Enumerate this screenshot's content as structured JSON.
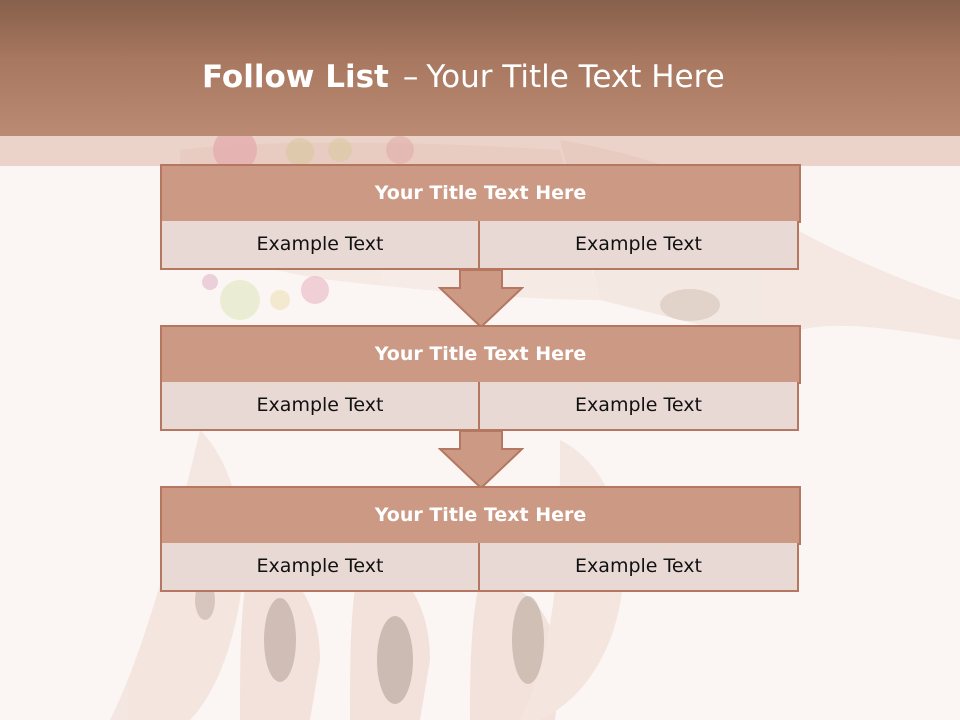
{
  "slide": {
    "title_bold": "Follow List",
    "title_separator": "–",
    "title_rest": "Your Title Text Here"
  },
  "blocks": [
    {
      "title": "Your Title Text Here",
      "left": "Example Text",
      "right": "Example Text"
    },
    {
      "title": "Your Title Text Here",
      "left": "Example Text",
      "right": "Example Text"
    },
    {
      "title": "Your Title Text Here",
      "left": "Example Text",
      "right": "Example Text"
    }
  ],
  "colors": {
    "header": "#a97860",
    "block_title_fill": "#cc9a84",
    "cell_fill": "#e9d9d5",
    "border": "#b5775f"
  }
}
